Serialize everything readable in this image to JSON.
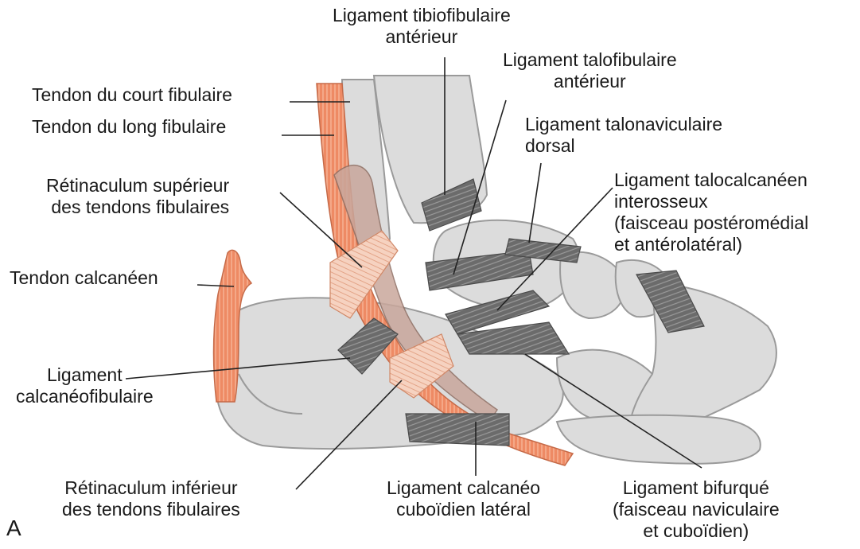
{
  "figure": {
    "panel_letter": "A",
    "labels": {
      "tibiofibulaire": [
        "Ligament tibiofibulaire",
        "antérieur"
      ],
      "talofibulaire": [
        "Ligament talofibulaire",
        "antérieur"
      ],
      "court_fibulaire": [
        "Tendon du court fibulaire"
      ],
      "long_fibulaire": [
        "Tendon du long fibulaire"
      ],
      "talonaviculaire": [
        "Ligament talonaviculaire",
        "dorsal"
      ],
      "retinaculum_sup": [
        "Rétinaculum supérieur",
        "des tendons fibulaires"
      ],
      "talocalcaneen": [
        "Ligament talocalcanéen",
        "interosseux",
        "(faisceau postéromédial",
        "et antérolatéral)"
      ],
      "tendon_calcaneen": [
        "Tendon calcanéen"
      ],
      "calcaneofibulaire": [
        "Ligament",
        "calcanéofibulaire"
      ],
      "retinaculum_inf": [
        "Rétinaculum inférieur",
        "des tendons fibulaires"
      ],
      "calcaneo_cuboidien": [
        "Ligament calcanéo",
        "cuboïdien latéral"
      ],
      "bifurque": [
        "Ligament bifurqué",
        "(faisceau naviculaire",
        "et cuboïdien)"
      ]
    }
  },
  "colors": {
    "bone_fill": "#dcdcdc",
    "bone_outline": "#9a9a9a",
    "ligament": "#6b6b6b",
    "tendon": "#ee8a64",
    "tendon_sheath": "#c9a79c",
    "retinaculum": "#f6d2c0",
    "leader_line": "#222222",
    "text": "#1a1a1a"
  }
}
